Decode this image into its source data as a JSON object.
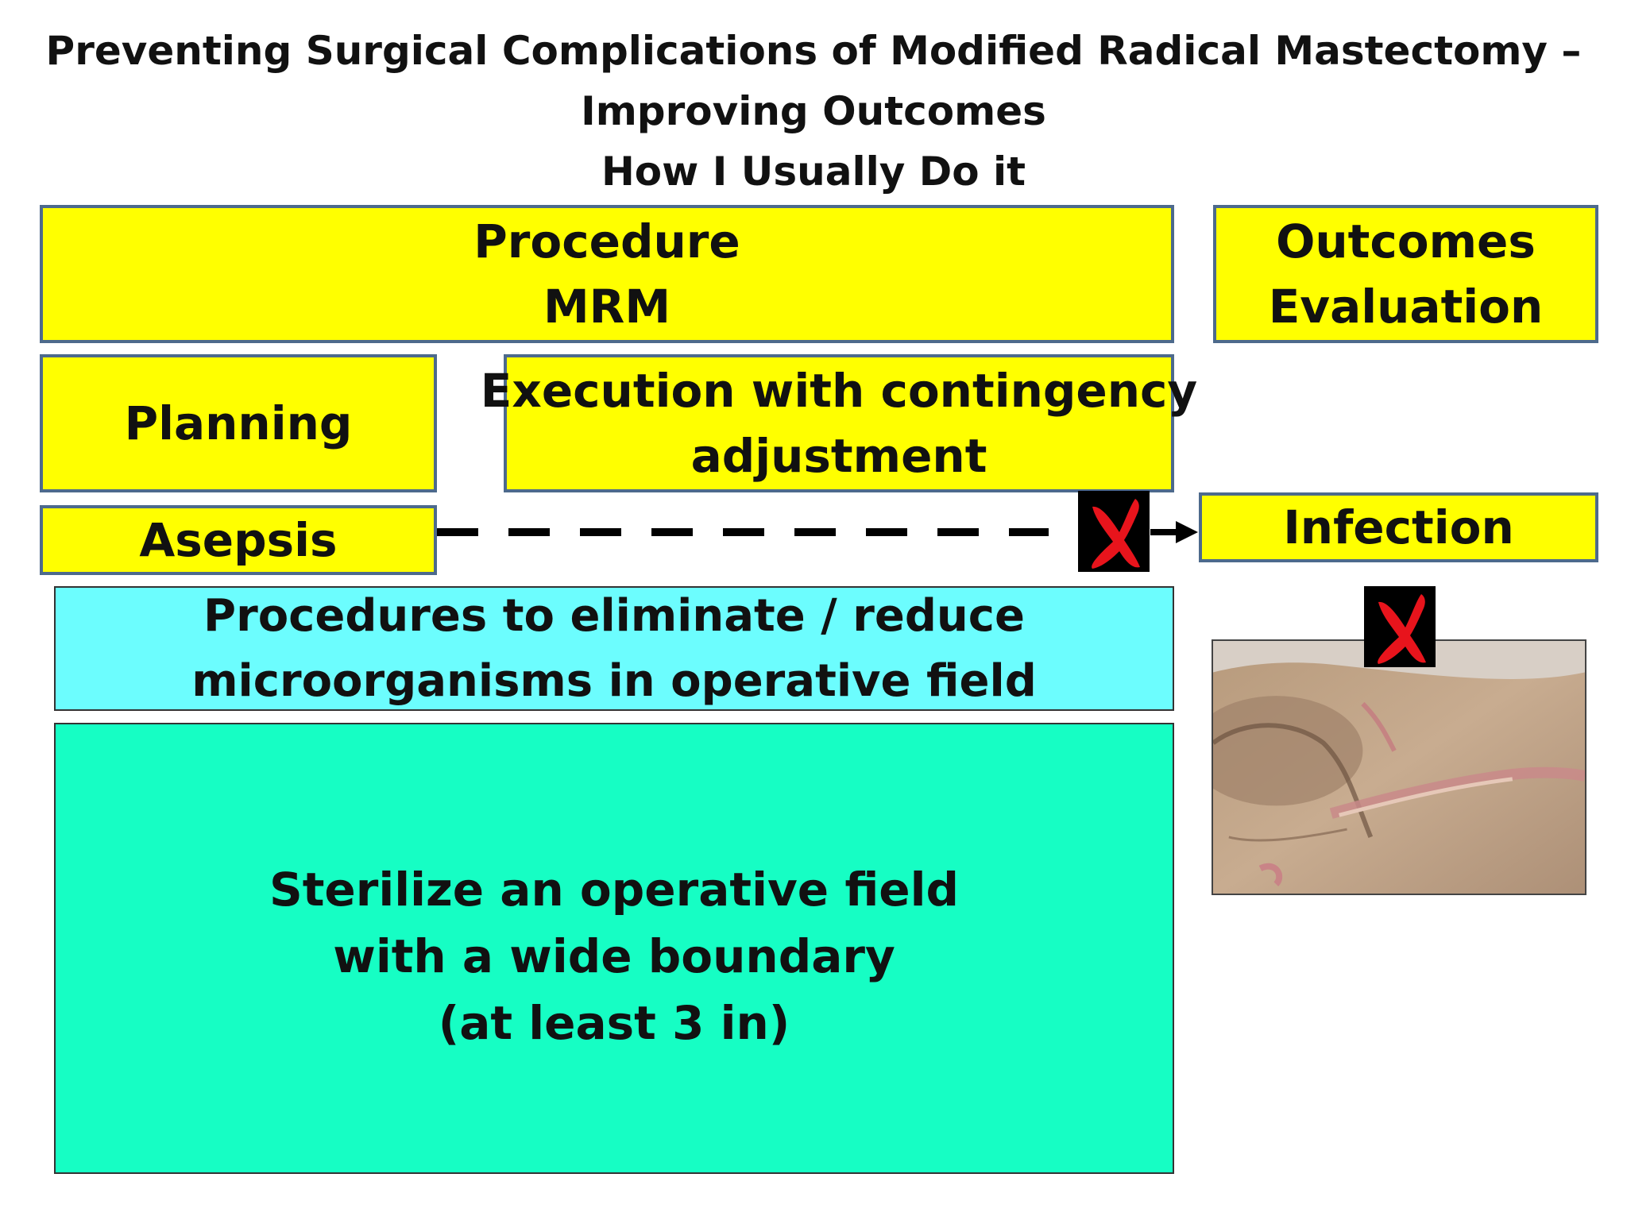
{
  "title": {
    "line1": "Preventing Surgical Complications of Modified Radical Mastectomy –",
    "line2": "Improving Outcomes",
    "line3": "How I Usually Do it"
  },
  "procedure_box": {
    "line1": "Procedure",
    "line2": "MRM"
  },
  "outcomes_box": {
    "line1": "Outcomes",
    "line2": "Evaluation"
  },
  "planning_box": {
    "label": "Planning"
  },
  "execution_box": {
    "line1": "Execution with contingency",
    "line2": "adjustment"
  },
  "asepsis_box": {
    "label": "Asepsis"
  },
  "infection_box": {
    "label": "Infection"
  },
  "procedures_box": {
    "line1": "Procedures to eliminate / reduce",
    "line2": "microorganisms in operative field"
  },
  "sterilize_box": {
    "line1": "Sterilize an operative field",
    "line2": "with a wide boundary",
    "line3": "(at least 3 in)"
  },
  "colors": {
    "yellow_box": "#ffff00",
    "cyan_box": "#6cfdfe",
    "teal_box": "#16fec4",
    "box_border": "#4d6a8c",
    "x_mark": "#e8141c"
  },
  "icons": {
    "arrow_x": "red-x-icon",
    "photo_x": "red-x-icon"
  }
}
